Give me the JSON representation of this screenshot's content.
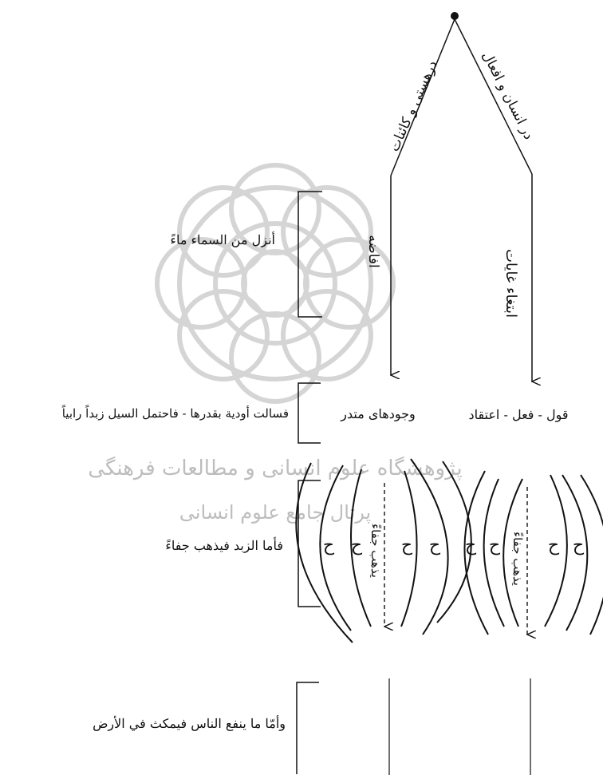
{
  "branch_left_label": "درهستی و کائنات",
  "branch_right_label": "در انسان و افعال",
  "stem_left_label": "افاضه",
  "stem_right_label": "ابتغاء غایات",
  "center_left_label": "وجودهای متدر",
  "center_right_label": "قول - فعل - اعتقاد",
  "verses": {
    "v1": "أنزل من السماء ماءً",
    "v2": "فسالت أودية بقدرها - فاحتمل السيل زبداً رابياً",
    "v3": "فأما الزبد فيذهب جفاءً",
    "v4": "وأمّا ما ينفع الناس فيمكث في الأرض"
  },
  "zone_labels": {
    "left_outer": "ح",
    "left_inner": "ح",
    "left_inner_right": "ح",
    "left_outer_right": "ح",
    "left_vertical": "يذهب جفاءً",
    "right_outer": "ح",
    "right_inner": "ح",
    "right_inner_right": "ح",
    "right_outer_right": "ح",
    "right_vertical": "يذهب جفاءً"
  },
  "watermark": {
    "line1": "پژوهشگاه علوم انسانی و مطالعات فرهنگی",
    "line2": "پرتال جامع علوم انسانی"
  },
  "colors": {
    "ink": "#111111",
    "watermark": "#c8c8c8"
  }
}
